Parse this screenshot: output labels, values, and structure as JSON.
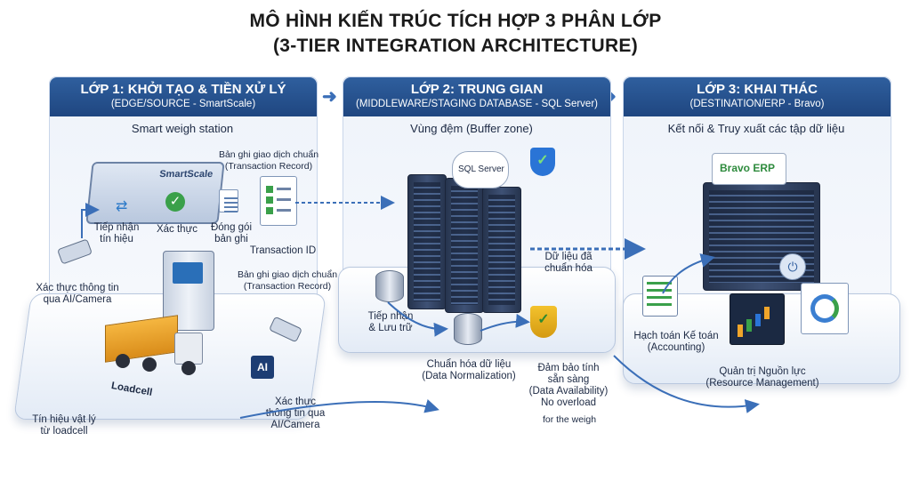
{
  "title": {
    "line1": "MÔ HÌNH KIẾN TRÚC TÍCH HỢP 3 PHÂN LỚP",
    "line2": "(3-TIER INTEGRATION ARCHITECTURE)"
  },
  "tier1": {
    "heading": "LỚP 1: KHỞI TẠO & TIỀN XỬ LÝ",
    "subheading": "(EDGE/SOURCE - SmartScale)",
    "section": "Smart weigh station",
    "brand": "SmartScale",
    "step_receive": "Tiếp nhận\ntín hiệu",
    "step_verify": "Xác thực",
    "step_pack": "Đóng gói\nbản ghi",
    "record_top": "Bản ghi giao dịch chuẩn\n(Transaction Record)",
    "transaction_id": "Transaction ID",
    "record_mid": "Bản ghi giao dịch chuẩn\n(Transaction Record)",
    "camera_left": "Xác thực thông tin\nqua AI/Camera",
    "loadcell": "Loadcell",
    "ai_badge": "AI",
    "signal": "Tín hiệu vật lý\ntừ loadcell",
    "camera_bottom": "Xác thực\nthông tin qua\nAI/Camera"
  },
  "tier2": {
    "heading": "LỚP 2: TRUNG GIAN",
    "subheading": "(MIDDLEWARE/STAGING DATABASE - SQL Server)",
    "section": "Vùng đệm (Buffer zone)",
    "sql_label": "SQL Server",
    "normalized": "Dữ liệu đã\nchuẩn hóa",
    "receive_store": "Tiếp nhận\n& Lưu trữ",
    "normalize": "Chuẩn hóa dữ liệu\n(Data Normalization)",
    "availability": "Đảm bảo tính\nsẵn sàng\n(Data Availability)\nNo overload",
    "weigh_note": "for the weigh"
  },
  "tier3": {
    "heading": "LỚP 3: KHAI THÁC",
    "subheading": "(DESTINATION/ERP - Bravo)",
    "section": "Kết nối & Truy xuất các tập dữ liệu",
    "erp_label": "Bravo ERP",
    "accounting": "Hạch toán Kế toán\n(Accounting)",
    "resource": "Quản trị Nguồn lực\n(Resource Management)"
  },
  "colors": {
    "header": "#2a5694",
    "accent": "#3b6fb8",
    "check": "#3aa04a",
    "shield": "#2a74d6",
    "truck": "#f0a52a"
  }
}
